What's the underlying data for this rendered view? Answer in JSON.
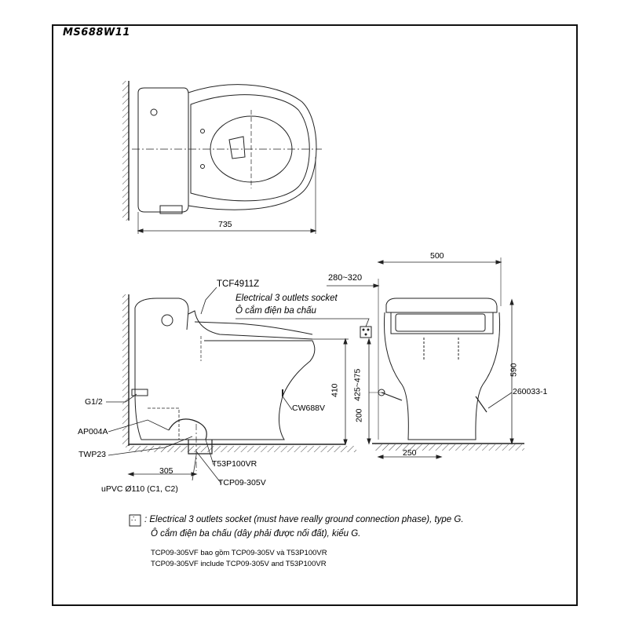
{
  "model": "MS688W11",
  "dimensions": {
    "top_width": "735",
    "wall_offset": "280~320",
    "front_width": "500",
    "front_height": "590",
    "seat_height": "410",
    "supply_height": "425~475",
    "inlet_height": "200",
    "rough_in": "305",
    "base_width": "250"
  },
  "parts": {
    "seat": "TCF4911Z",
    "socket_en": "Electrical 3 outlets socket",
    "socket_vi": "Ô cắm điện ba chấu",
    "g12": "G1/2",
    "ap004a": "AP004A",
    "twp23": "TWP23",
    "upvc": "uPVC Ø110 (C1, C2)",
    "t53": "T53P100VR",
    "tcp09": "TCP09-305V",
    "cw688v": "CW688V",
    "hose": "260033-1"
  },
  "legend": {
    "symbol": "∴",
    "line1": ": Electrical 3 outlets socket (must have really ground connection phase), type G.",
    "line2": "Ô cắm điện ba chấu (dây phải được nối đất), kiểu G.",
    "line3": "TCP09-305VF bao gồm TCP09-305V và T53P100VR",
    "line4": "TCP09-305VF include TCP09-305V and T53P100VR"
  }
}
